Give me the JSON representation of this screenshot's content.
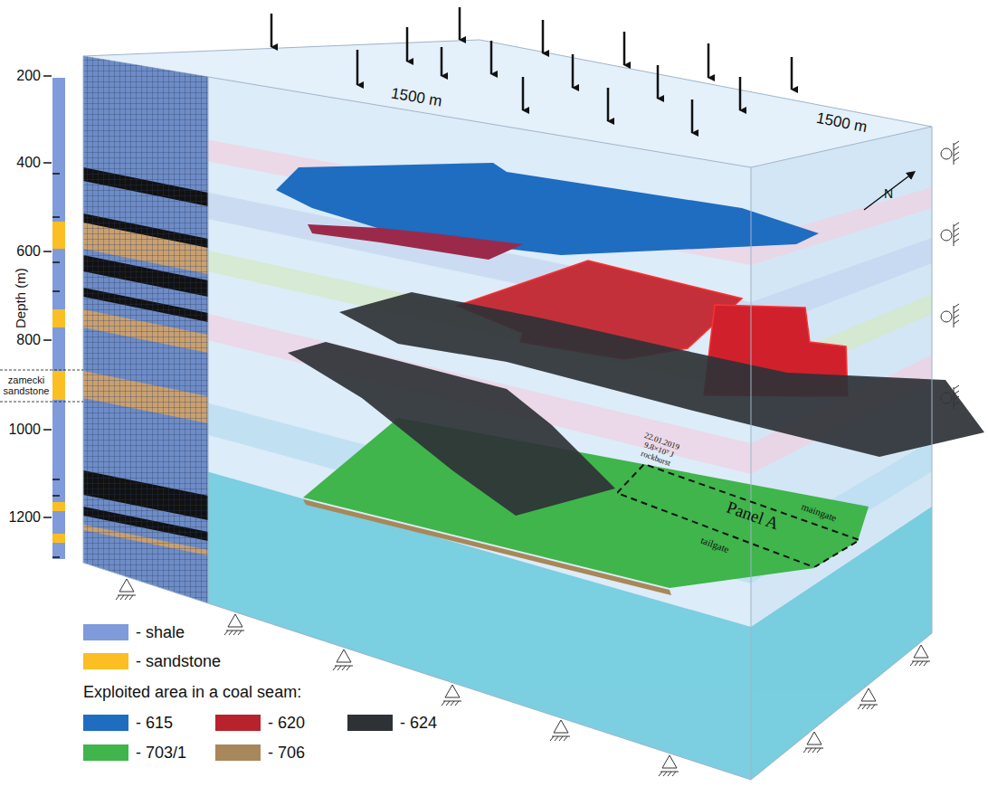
{
  "diagram": {
    "nodes": [
      {
        "text": [
          "Panel A"
        ]
      }
    ],
    "labels": [
      "200",
      "400",
      "600",
      "800",
      "1000",
      "1200",
      "Depth (m)",
      "zamecki sandstone",
      "1500 m",
      "1500 m",
      "22.01.2019 9.8×10⁷ J rockburst",
      "maingate",
      "tailgate",
      "Exploited area in a coal seam:",
      "N"
    ],
    "legend": [
      {
        "text": "- shale",
        "color": "#7f9bd9"
      },
      {
        "text": "- sandstone",
        "color": "#fbbf24"
      },
      {
        "text": "- 615",
        "color": "#1e6dc1"
      },
      {
        "text": "- 620",
        "color": "#b8222c"
      },
      {
        "text": "- 624",
        "color": "#2e3236"
      },
      {
        "text": "- 703/1",
        "color": "#3fb54b"
      },
      {
        "text": "- 706",
        "color": "#a8875a"
      }
    ]
  }
}
